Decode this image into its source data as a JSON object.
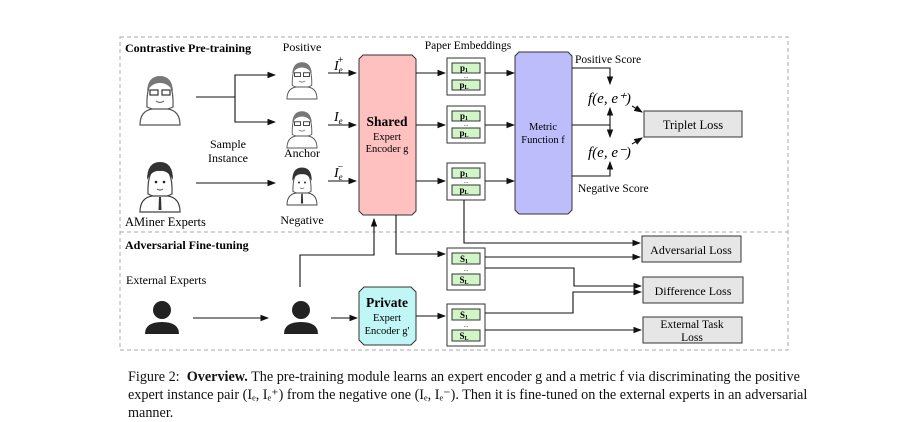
{
  "figure": {
    "sections": {
      "pretrain": "Contrastive Pre-training",
      "finetune": "Adversarial Fine-tuning"
    },
    "labels": {
      "positive": "Positive",
      "anchor": "Anchor",
      "negative": "Negative",
      "sample_1": "Sample",
      "sample_2": "Instance",
      "aminer": "AMiner Experts",
      "external": "External Experts",
      "paper_embeddings": "Paper Embeddings",
      "pos_score": "Positive Score",
      "neg_score": "Negative Score",
      "i_pos": "I",
      "i_anchor": "I",
      "i_neg": "I",
      "sub_e": "e",
      "sup_plus": "+",
      "sup_minus": "−",
      "f_pos": "f(e, e⁺)",
      "f_neg": "f(e, e⁻)"
    },
    "shared": {
      "title": "Shared",
      "line1": "Expert",
      "line2": "Encoder g"
    },
    "private": {
      "title": "Private",
      "line1": "Expert",
      "line2": "Encoder g'"
    },
    "metric": {
      "line1": "Metric",
      "line2": "Function f"
    },
    "embed": {
      "p1": "p",
      "pL": "p",
      "s1": "S",
      "sL": "S",
      "sub1": "1",
      "subL": "L",
      "dots": "..."
    },
    "losses": {
      "triplet": "Triplet Loss",
      "adversarial": "Adversarial Loss",
      "difference": "Difference Loss",
      "external_1": "External Task",
      "external_2": "Loss"
    },
    "colors": {
      "shared": "#ffc0c0",
      "metric": "#bdbdfb",
      "private": "#c0f6f6",
      "embed": "#d2f5c8",
      "loss": "#e6e6e6"
    }
  },
  "caption": {
    "label": "Figure 2:",
    "bold": "Overview.",
    "text": "The pre-training module learns an expert encoder g and a metric f via discriminating the positive expert instance pair (Iₑ, Iₑ⁺) from the negative one (Iₑ, Iₑ⁻). Then it is fine-tuned on the external experts in an adversarial manner."
  }
}
